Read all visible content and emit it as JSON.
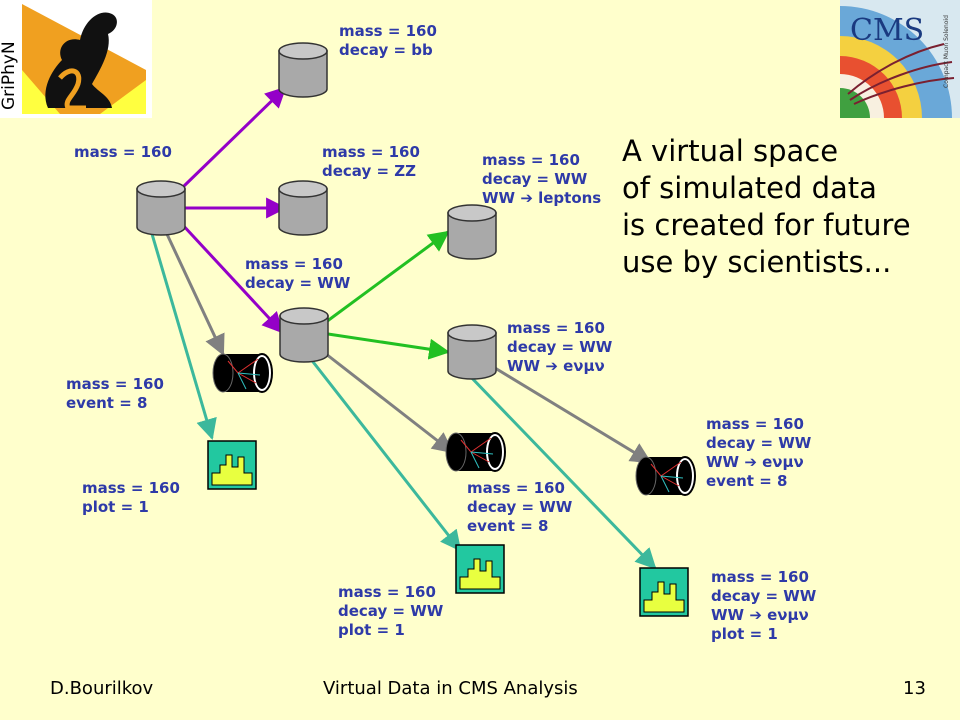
{
  "slide": {
    "headline": [
      "A virtual space",
      "of simulated data",
      "is created for future",
      "use by scientists..."
    ],
    "footer": {
      "author": "D.Bourilkov",
      "title": "Virtual Data in CMS Analysis",
      "page": "13"
    },
    "logos": {
      "left_text": "GriPhyN",
      "right_text": "CMS",
      "right_subtext": "Compact Muon Solenoid"
    }
  },
  "nodes": {
    "root": [
      "mass = 160"
    ],
    "bb": [
      "mass = 160",
      "decay = bb"
    ],
    "zz": [
      "mass = 160",
      "decay = ZZ"
    ],
    "ww": [
      "mass = 160",
      "decay = WW"
    ],
    "lep": [
      "mass = 160",
      "decay = WW",
      "WW ➔ leptons"
    ],
    "enm": [
      "mass = 160",
      "decay = WW",
      "WW ➔ eνμν"
    ],
    "ev_root": [
      "mass = 160",
      "event = 8"
    ],
    "plot_root": [
      "mass = 160",
      "plot = 1"
    ],
    "ev_ww": [
      "mass = 160",
      "decay = WW",
      "event = 8"
    ],
    "plot_ww": [
      "mass = 160",
      "decay = WW",
      "plot = 1"
    ],
    "ev_enm": [
      "mass = 160",
      "decay = WW",
      "WW ➔ eνμν",
      "event = 8"
    ],
    "plot_enm": [
      "mass = 160",
      "decay = WW",
      "WW ➔ eνμν",
      "plot = 1"
    ]
  },
  "colors": {
    "background": "#ffffcc",
    "label_text": "#2e3aa8",
    "edge_decay": "#9400c8",
    "edge_subdecay": "#22c022",
    "edge_event": "#808080",
    "edge_plot": "#3cb89c",
    "cylinder": "#a9a9a9",
    "plot_bg": "#22c8a0",
    "plot_hist": "#e8ff40"
  },
  "icons": {
    "dataset": "cylinder-icon",
    "event_display": "detector-event-icon",
    "histogram": "histogram-plot-icon"
  }
}
